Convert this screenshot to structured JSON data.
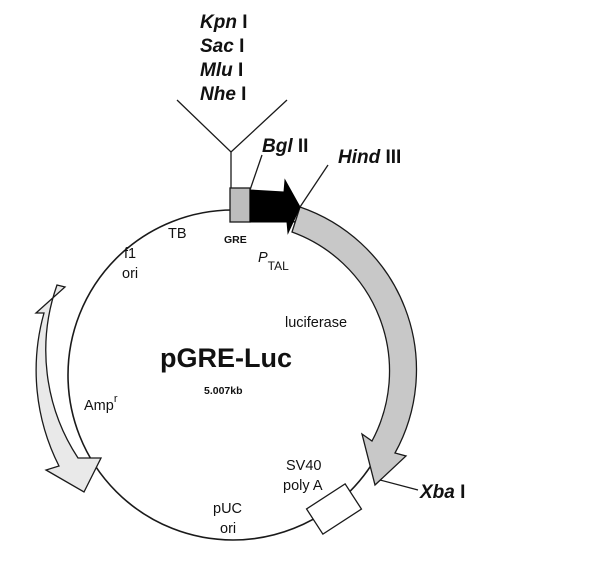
{
  "plasmid": {
    "name": "pGRE-Luc",
    "size": "5.007kb"
  },
  "restriction_sites": {
    "kpn": {
      "italic": "Kpn",
      "suffix": " I"
    },
    "sac": {
      "italic": "Sac",
      "suffix": " I"
    },
    "mlu": {
      "italic": "Mlu",
      "suffix": " I"
    },
    "nhe": {
      "italic": "Nhe",
      "suffix": " I"
    },
    "bgl": {
      "italic": "Bgl",
      "suffix": " II"
    },
    "hind": {
      "italic": "Hind",
      "suffix": " III"
    },
    "xba": {
      "italic": "Xba",
      "suffix": " I"
    }
  },
  "features": {
    "tb": "TB",
    "gre": "GRE",
    "ptal_p": "P",
    "ptal_sub": "TAL",
    "f1_line1": "f1",
    "f1_line2": "ori",
    "luciferase": "luciferase",
    "amp": "Amp",
    "amp_sup": "r",
    "sv40_line1": "SV40",
    "sv40_line2": "poly A",
    "puc_line1": "pUC",
    "puc_line2": "ori"
  },
  "colors": {
    "luciferase_fill": "#c8c8c8",
    "amp_fill": "#e9e9e9",
    "promoter_fill": "#000000",
    "gre_fill": "#bdbdbd",
    "polyA_fill": "#ffffff",
    "outline": "#1a1a1a"
  }
}
